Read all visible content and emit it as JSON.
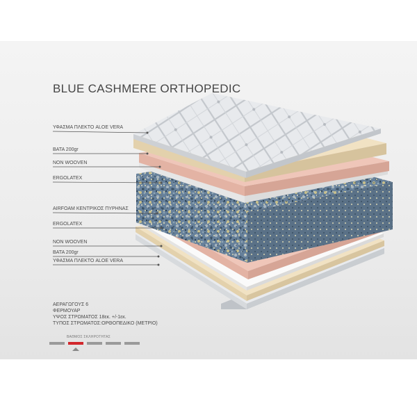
{
  "title": "BLUE CASHMERE ORTHOPEDIC",
  "layers": [
    {
      "label": "ΥΦΑΣΜΑ ΠΛΕΚΤΟ ALOE VERA"
    },
    {
      "label": "ΒΑΤΑ 200gr"
    },
    {
      "label": "NON WOOVEN"
    },
    {
      "label": "ERGOLATEX"
    },
    {
      "label": "AIRFOAM ΚΕΝΤΡΙΚΟΣ ΠΥΡΗΝΑΣ"
    },
    {
      "label": "ERGOLATEX"
    },
    {
      "label": "NON WOOVEN"
    },
    {
      "label": "ΒΑΤΑ 200gr"
    },
    {
      "label": "ΥΦΑΣΜΑ ΠΛΕΚΤΟ ALOE VERA"
    }
  ],
  "specs": [
    "ΑΕΡΑΓΩΓΟΥΣ 6",
    "ΦΕΡΜΟΥΑΡ",
    "ΥΨΟΣ ΣΤΡΩΜΑΤΟΣ 18εκ. +/-1εκ.",
    "ΤΥΠΟΣ ΣΤΡΩΜΑΤΟΣ:ΟΡΘΟΠΕΔΙΚΟ (ΜΕΤΡΙΟ)"
  ],
  "firmness": {
    "caption": "ΒΑΘΜΟΣ ΣΚΛΗΡΟΤΗΤΑΣ",
    "levels": 5,
    "selected": 2
  },
  "colors": {
    "fabric": "#e9ebee",
    "wadding": "#f1e2c3",
    "non_woven": "#fafafa",
    "latex": "#efc6b9",
    "foam": "#6d8598",
    "firmness_active": "#d2272c",
    "firmness_inactive": "#9a9a9a"
  }
}
